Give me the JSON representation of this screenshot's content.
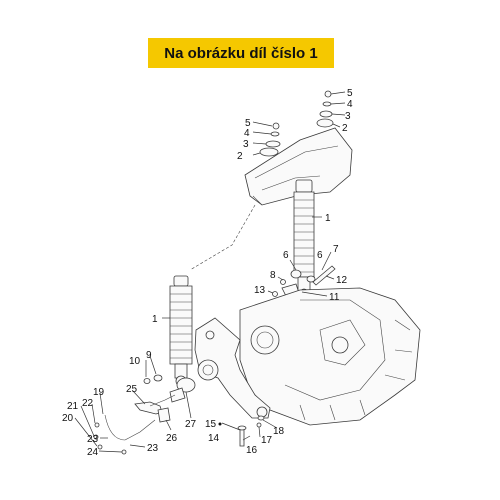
{
  "banner": {
    "text": "Na obrázku díl číslo 1"
  },
  "callouts": {
    "c5a": "5",
    "c4a": "4",
    "c3a": "3",
    "c2a": "2",
    "c5b": "5",
    "c4b": "4",
    "c3b": "3",
    "c2b": "2",
    "c1a": "1",
    "c6": "6",
    "c7": "7",
    "c8": "8",
    "c12": "12",
    "c13": "13",
    "c11": "11",
    "c1b": "1",
    "c10": "10",
    "c9": "9",
    "c19": "19",
    "c25": "25",
    "c22": "22",
    "c21": "21",
    "c20": "20",
    "c23a": "23",
    "c24": "24",
    "c23b": "23",
    "c26": "26",
    "c27": "27",
    "c15": "15",
    "c14": "14",
    "c16": "16",
    "c17": "17",
    "c18": "18"
  }
}
